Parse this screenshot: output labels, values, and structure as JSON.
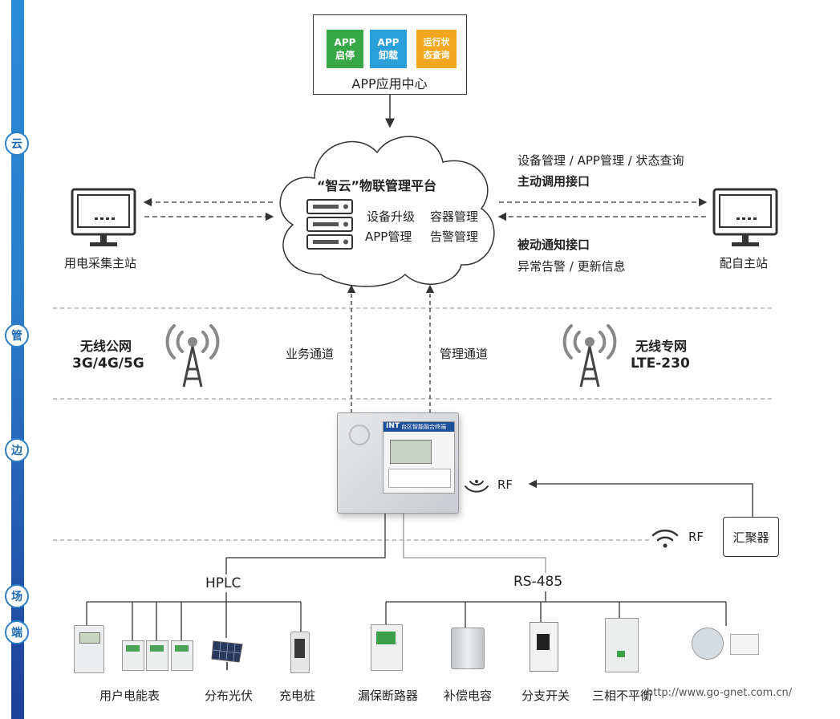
{
  "layers": [
    {
      "id": "cloud",
      "label": "云"
    },
    {
      "id": "pipe",
      "label": "管"
    },
    {
      "id": "edge",
      "label": "边"
    },
    {
      "id": "field",
      "label": "场"
    },
    {
      "id": "terminal",
      "label": "端"
    }
  ],
  "app_center": {
    "title": "APP应用中心",
    "tiles": [
      {
        "label": "APP\n启停",
        "color": "#37a845"
      },
      {
        "label": "APP\n卸载",
        "color": "#2b9fd8"
      },
      {
        "label": "运行状\n态查询",
        "color": "#f1a81e"
      }
    ]
  },
  "platform": {
    "title": "“智云”物联管理平台",
    "features": [
      "设备升级",
      "容器管理",
      "APP管理",
      "告警管理"
    ]
  },
  "stations": {
    "left": "用电采集主站",
    "right": "配自主站"
  },
  "interfaces": {
    "active_desc": "设备管理 / APP管理 / 状态查询",
    "active_title": "主动调用接口",
    "passive_title": "被动通知接口",
    "passive_desc": "异常告警 / 更新信息"
  },
  "networks": {
    "public_title": "无线公网",
    "public_sub": "3G/4G/5G",
    "private_title": "无线专网",
    "private_sub": "LTE-230",
    "business_channel": "业务通道",
    "management_channel": "管理通道"
  },
  "device": {
    "brand": "INT",
    "name": "台区智能融合终端"
  },
  "rf": {
    "label_device": "RF",
    "label_aggregator": "RF",
    "aggregator": "汇聚器"
  },
  "buses": {
    "hplc": "HPLC",
    "rs485": "RS-485"
  },
  "terminals": [
    "用户电能表",
    "分布光伏",
    "充电桩",
    "漏保断路器",
    "补偿电容",
    "分支开关",
    "三相不平衡"
  ],
  "watermark": "http://www.go-gnet.com.cn/"
}
